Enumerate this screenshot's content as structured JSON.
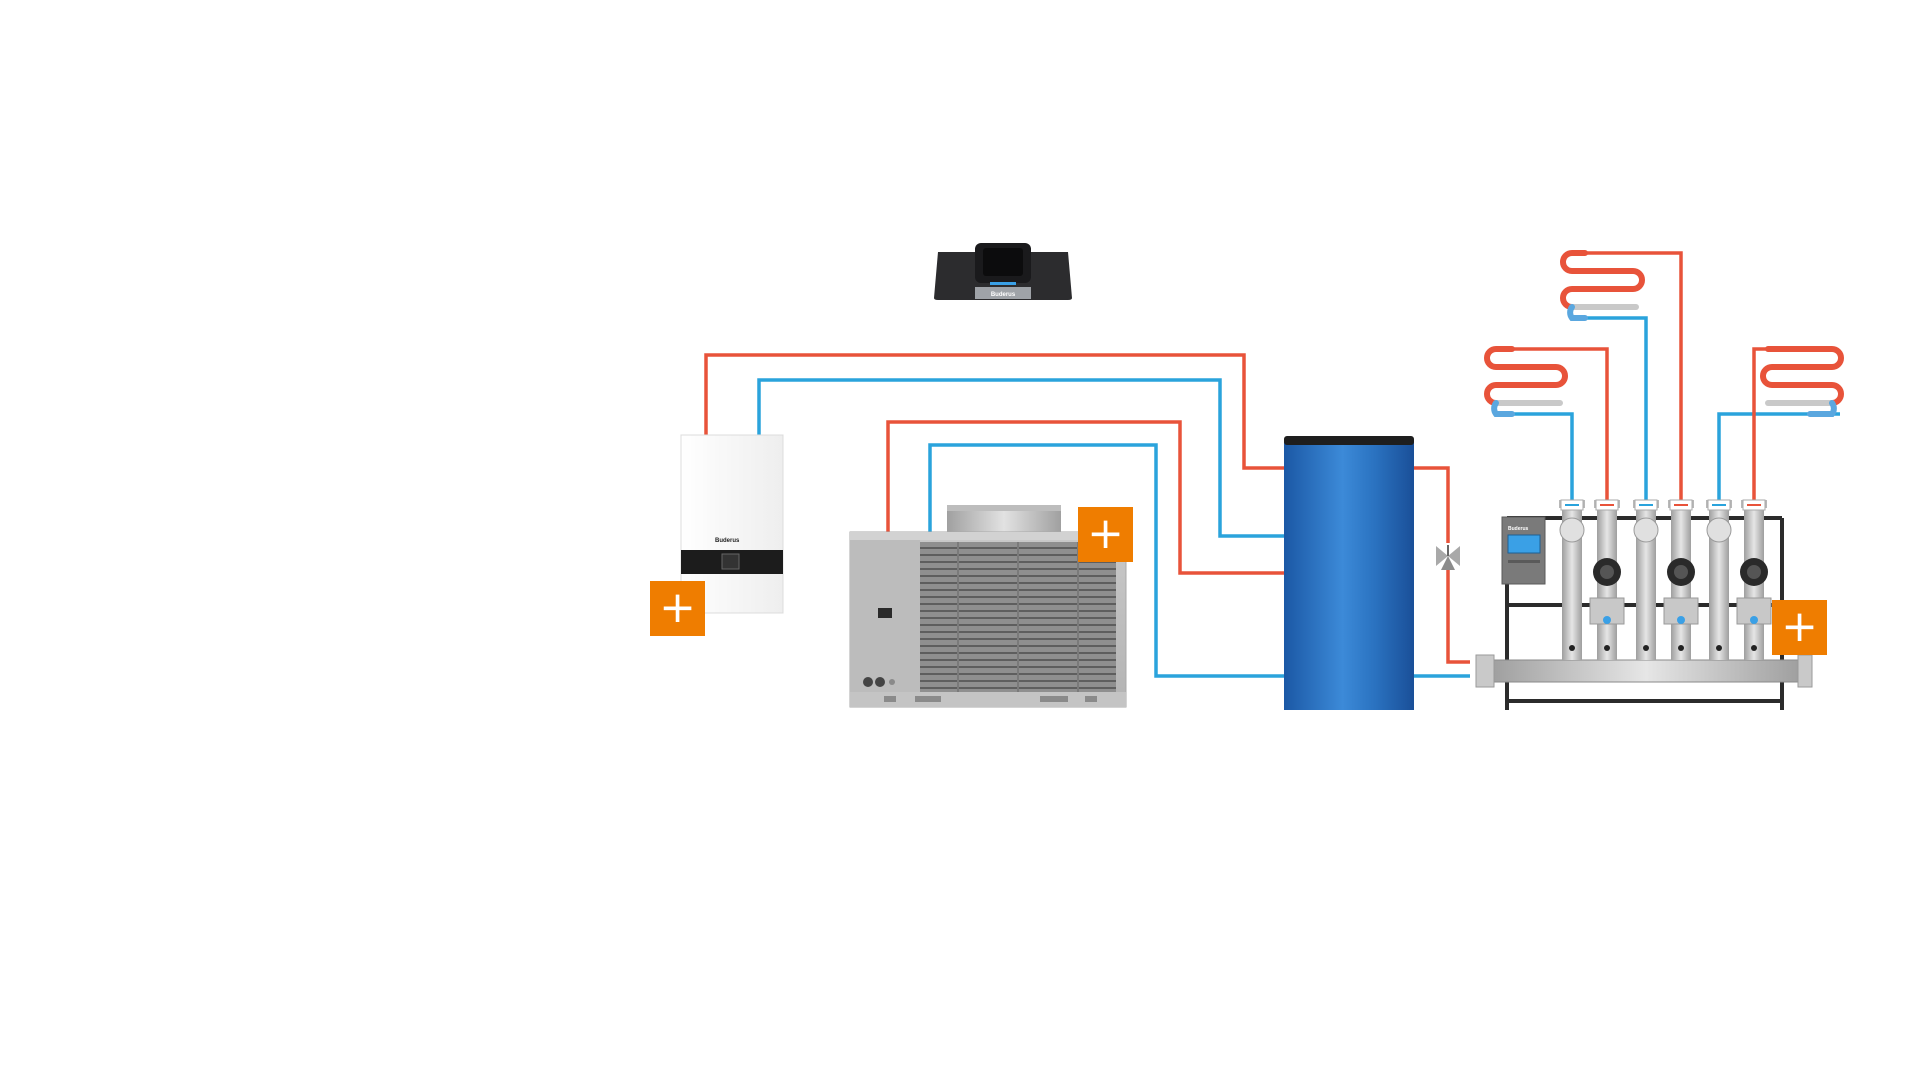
{
  "brand": {
    "logo_text": "Buderus"
  },
  "colors": {
    "flow": "#e8533a",
    "return": "#2aa3dc",
    "accent": "#ef7d00",
    "tank": "#2a72c0",
    "frame": "#2b2b2b"
  },
  "icons": {
    "hotspot": "plus-icon",
    "controller": "room-controller-icon",
    "valve": "three-way-valve-icon",
    "pump": "circulation-pump-icon"
  },
  "hotspots": [
    {
      "id": "hotspot-gas-boiler",
      "label": "+"
    },
    {
      "id": "hotspot-heat-pump",
      "label": "+"
    },
    {
      "id": "hotspot-pump-station",
      "label": "+"
    }
  ]
}
